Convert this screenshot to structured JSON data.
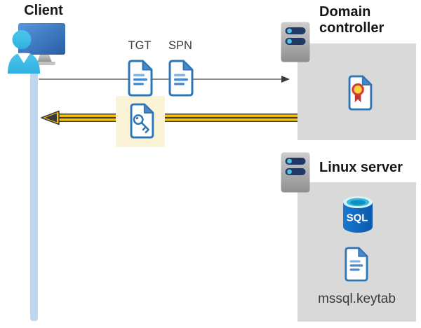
{
  "labels": {
    "client": "Client",
    "tgt": "TGT",
    "spn": "SPN",
    "domain_controller": "Domain controller",
    "linux_server": "Linux server",
    "sql_badge": "SQL",
    "keytab_file": "mssql.keytab"
  },
  "icons": {
    "client": "user-at-computer-icon",
    "tgt_ticket": "document-icon",
    "spn_ticket": "document-icon",
    "service_ticket": "document-with-key-icon",
    "domain_controller": "server-icon",
    "linux_server": "server-icon",
    "certificate": "certificate-ribbon-icon",
    "sql_database": "sql-database-cylinder-icon",
    "keytab": "document-icon"
  },
  "arrows": {
    "request": {
      "direction": "right",
      "from": "client",
      "to": "domain-controller",
      "style": "thin-gray"
    },
    "response": {
      "direction": "left",
      "from": "domain-controller",
      "to": "client",
      "style": "thick-yellow",
      "highlighted_item": "service-ticket-key"
    }
  },
  "colors": {
    "doc_blue": "#2E75B6",
    "fold_blue": "#4C89CB",
    "person_cyan": "#3EC0E8",
    "lifeline_blue": "#BDD7F0",
    "box_gray": "#D9D9D9",
    "server_navy": "#1F3864",
    "server_dot": "#56C2E8",
    "arrow_gray": "#666666",
    "arrowhead_gray": "#3A3A3A",
    "arrow_yellow": "#FFC400",
    "highlight_yellow": "#FBF3D5",
    "sql_blue": "#1268C4",
    "cert_red": "#D93B33",
    "cert_gold": "#FFD23F",
    "title_text": "#161616",
    "label_text": "#3A3A3A"
  }
}
